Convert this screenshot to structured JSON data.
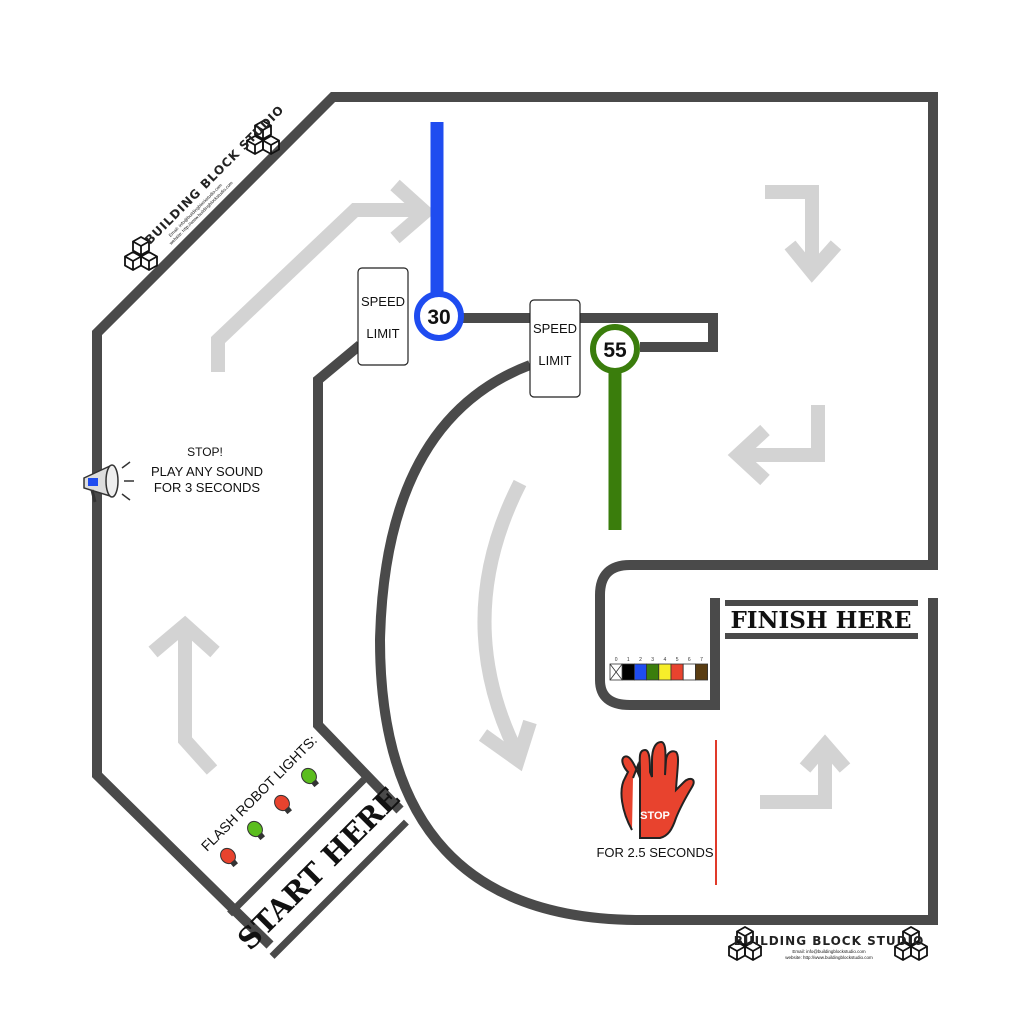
{
  "colors": {
    "track": "#4a4a4a",
    "arrow": "#d3d3d3",
    "blue": "#1f4cf0",
    "green": "#3a7d0c",
    "red": "#e8432e",
    "stop_line": "#e03a2a"
  },
  "speed_limits": [
    {
      "label_line1": "SPEED",
      "label_line2": "LIMIT",
      "value": "30",
      "color": "#1f4cf0"
    },
    {
      "label_line1": "SPEED",
      "label_line2": "LIMIT",
      "value": "55",
      "color": "#3a7d0c"
    }
  ],
  "sound_task": {
    "line1": "STOP!",
    "line2": "PLAY ANY SOUND",
    "line3": "FOR 3 SECONDS",
    "icon": "megaphone-icon"
  },
  "lights_task": {
    "label": "FLASH ROBOT LIGHTS:",
    "bulbs": [
      "red",
      "green",
      "red",
      "green"
    ]
  },
  "start_label": "START HERE",
  "finish_label": "FINISH HERE",
  "stop_task": {
    "sign_text": "STOP",
    "caption": "FOR 2.5 SECONDS",
    "icon": "stop-hand-icon"
  },
  "color_legend": {
    "numbers": [
      "0",
      "1",
      "2",
      "3",
      "4",
      "5",
      "6",
      "7"
    ],
    "colors": [
      "none",
      "#000000",
      "#1f4cf0",
      "#3a7d0c",
      "#f7ee2a",
      "#e8432e",
      "#ffffff",
      "#5a3d12"
    ]
  },
  "branding": {
    "name": "BUILDING BLOCK STUDIO",
    "email": "Email: info@buildingblockstudio.com",
    "website": "website: http://www.buildingblockstudio.com"
  }
}
